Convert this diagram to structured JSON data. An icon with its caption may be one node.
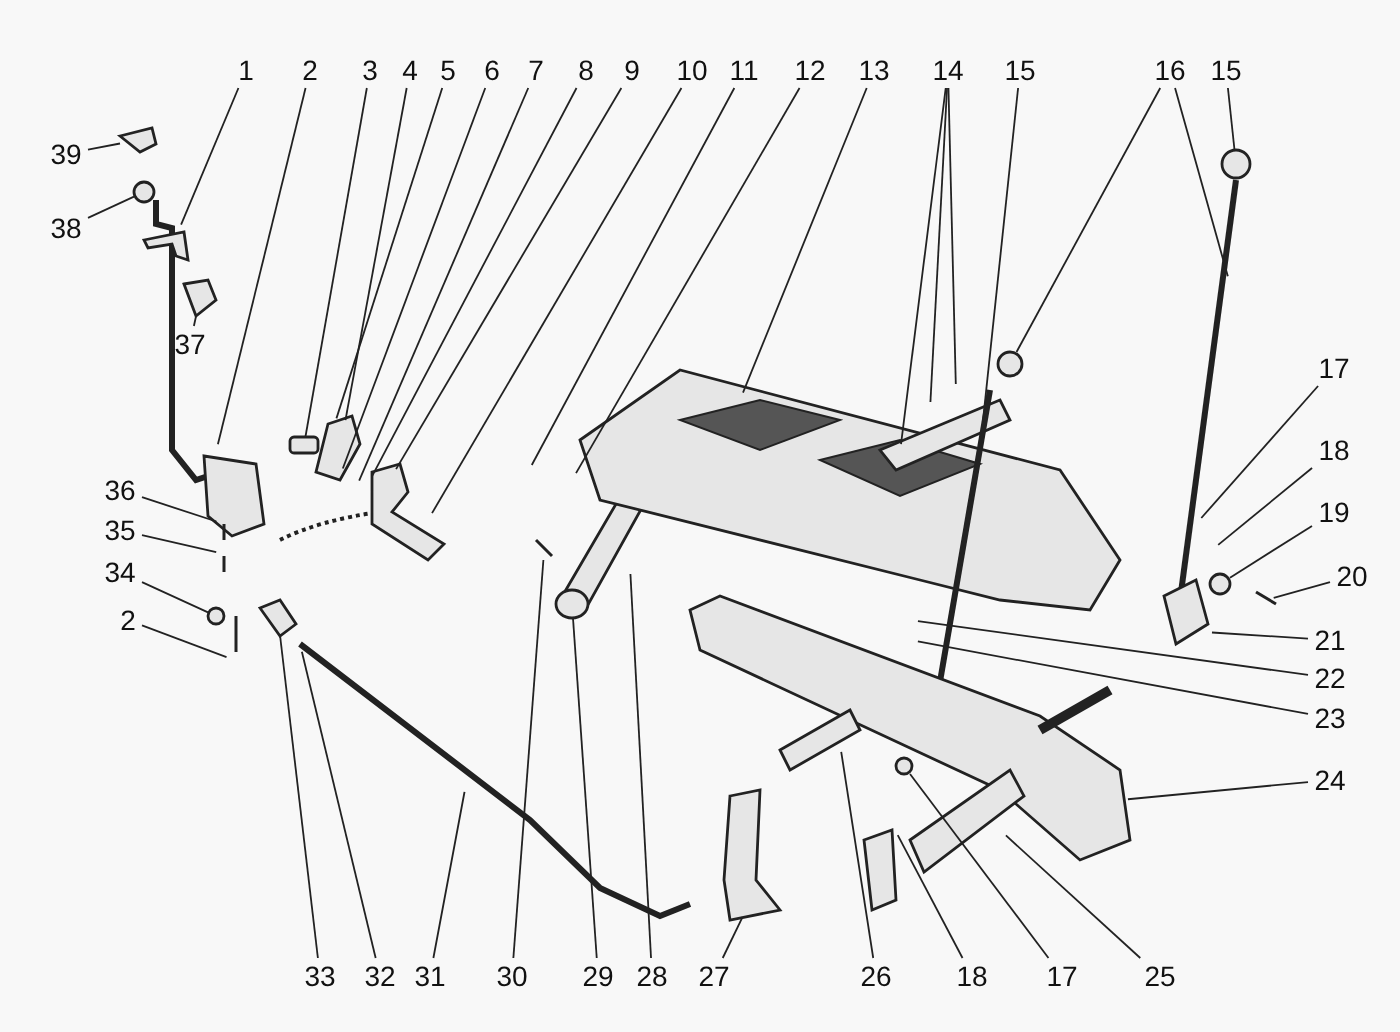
{
  "diagram": {
    "nodes": [
      {
        "text": [
          "1"
        ]
      },
      {
        "text": [
          "2"
        ]
      },
      {
        "text": [
          "3"
        ]
      },
      {
        "text": [
          "4"
        ]
      },
      {
        "text": [
          "5"
        ]
      },
      {
        "text": [
          "6"
        ]
      },
      {
        "text": [
          "7"
        ]
      },
      {
        "text": [
          "8"
        ]
      },
      {
        "text": [
          "9"
        ]
      },
      {
        "text": [
          "10"
        ]
      },
      {
        "text": [
          "11"
        ]
      },
      {
        "text": [
          "12"
        ]
      },
      {
        "text": [
          "13"
        ]
      },
      {
        "text": [
          "14"
        ]
      },
      {
        "text": [
          "15"
        ]
      },
      {
        "text": [
          "16"
        ]
      },
      {
        "text": [
          "15"
        ]
      },
      {
        "text": [
          "39"
        ]
      },
      {
        "text": [
          "38"
        ]
      },
      {
        "text": [
          "37"
        ]
      },
      {
        "text": [
          "36"
        ]
      },
      {
        "text": [
          "35"
        ]
      },
      {
        "text": [
          "34"
        ]
      },
      {
        "text": [
          "2"
        ]
      },
      {
        "text": [
          "17"
        ]
      },
      {
        "text": [
          "18"
        ]
      },
      {
        "text": [
          "19"
        ]
      },
      {
        "text": [
          "20"
        ]
      },
      {
        "text": [
          "21"
        ]
      },
      {
        "text": [
          "22"
        ]
      },
      {
        "text": [
          "23"
        ]
      },
      {
        "text": [
          "24"
        ]
      },
      {
        "text": [
          "33"
        ]
      },
      {
        "text": [
          "32"
        ]
      },
      {
        "text": [
          "31"
        ]
      },
      {
        "text": [
          "30"
        ]
      },
      {
        "text": [
          "29"
        ]
      },
      {
        "text": [
          "28"
        ]
      },
      {
        "text": [
          "27"
        ]
      },
      {
        "text": [
          "26"
        ]
      },
      {
        "text": [
          "18"
        ]
      },
      {
        "text": [
          "17"
        ]
      },
      {
        "text": [
          "25"
        ]
      },
      {
        "text": [],
        "shape": "picture"
      },
      {
        "text": [],
        "shape": "circle"
      },
      {
        "text": [],
        "shape": "picture"
      },
      {
        "text": [],
        "shape": "box"
      },
      {
        "text": [],
        "shape": "circle"
      },
      {
        "text": [],
        "shape": "circle"
      },
      {
        "text": [],
        "shape": "circle"
      },
      {
        "text": [],
        "shape": "circle"
      },
      {
        "text": [],
        "shape": "picture"
      },
      {
        "text": [],
        "shape": "circle"
      },
      {
        "text": [],
        "shape": "circle"
      }
    ],
    "edges": [
      {
        "from": 0,
        "to": null,
        "arrow": "none"
      },
      {
        "from": 1,
        "to": null,
        "arrow": "none"
      },
      {
        "from": 2,
        "to": 46,
        "arrow": "none"
      },
      {
        "from": 3,
        "to": null,
        "arrow": "none"
      },
      {
        "from": 4,
        "to": null,
        "arrow": "none"
      },
      {
        "from": 5,
        "to": null,
        "arrow": "none"
      },
      {
        "from": 6,
        "to": null,
        "arrow": "none"
      },
      {
        "from": 7,
        "to": null,
        "arrow": "none"
      },
      {
        "from": 8,
        "to": null,
        "arrow": "none"
      },
      {
        "from": 9,
        "to": null,
        "arrow": "none"
      },
      {
        "from": 10,
        "to": null,
        "arrow": "none"
      },
      {
        "from": 11,
        "to": null,
        "arrow": "none"
      },
      {
        "from": 12,
        "to": null,
        "arrow": "none"
      },
      {
        "from": 13,
        "to": null,
        "arrow": "none"
      },
      {
        "from": 13,
        "to": null,
        "arrow": "none"
      },
      {
        "from": 13,
        "to": null,
        "arrow": "none"
      },
      {
        "from": 14,
        "to": null,
        "arrow": "none"
      },
      {
        "from": 15,
        "to": 49,
        "arrow": "none"
      },
      {
        "from": 15,
        "to": null,
        "arrow": "none"
      },
      {
        "from": 16,
        "to": 50,
        "arrow": "none"
      },
      {
        "from": 17,
        "to": 43,
        "arrow": "none"
      },
      {
        "from": 18,
        "to": 44,
        "arrow": "none"
      },
      {
        "from": 19,
        "to": 45,
        "arrow": "none"
      },
      {
        "from": 20,
        "to": null,
        "arrow": "none"
      },
      {
        "from": 21,
        "to": null,
        "arrow": "none"
      },
      {
        "from": 22,
        "to": 47,
        "arrow": "none"
      },
      {
        "from": 23,
        "to": null,
        "arrow": "none"
      },
      {
        "from": 24,
        "to": null,
        "arrow": "none"
      },
      {
        "from": 25,
        "to": null,
        "arrow": "none"
      },
      {
        "from": 26,
        "to": 48,
        "arrow": "none"
      },
      {
        "from": 27,
        "to": null,
        "arrow": "none"
      },
      {
        "from": 28,
        "to": null,
        "arrow": "none"
      },
      {
        "from": 29,
        "to": null,
        "arrow": "none"
      },
      {
        "from": 30,
        "to": null,
        "arrow": "none"
      },
      {
        "from": 31,
        "to": null,
        "arrow": "none"
      },
      {
        "from": 32,
        "to": 51,
        "arrow": "none"
      },
      {
        "from": 33,
        "to": null,
        "arrow": "none"
      },
      {
        "from": 34,
        "to": null,
        "arrow": "none"
      },
      {
        "from": 35,
        "to": null,
        "arrow": "none"
      },
      {
        "from": 36,
        "to": 52,
        "arrow": "none"
      },
      {
        "from": 37,
        "to": null,
        "arrow": "none"
      },
      {
        "from": 38,
        "to": null,
        "arrow": "none"
      },
      {
        "from": 39,
        "to": null,
        "arrow": "none"
      },
      {
        "from": 40,
        "to": null,
        "arrow": "none"
      },
      {
        "from": 41,
        "to": 53,
        "arrow": "none"
      },
      {
        "from": 42,
        "to": null,
        "arrow": "none"
      }
    ]
  }
}
